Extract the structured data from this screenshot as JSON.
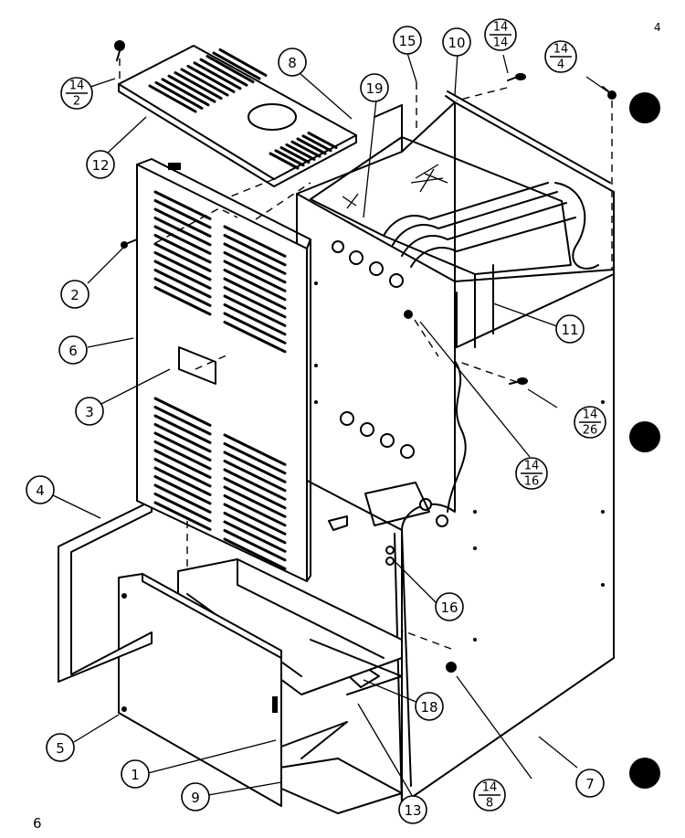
{
  "callouts": [
    {
      "id": "c1",
      "label": "1"
    },
    {
      "id": "c2",
      "label": "2"
    },
    {
      "id": "c3",
      "label": "3"
    },
    {
      "id": "c4",
      "label": "4"
    },
    {
      "id": "c5",
      "label": "5"
    },
    {
      "id": "c6",
      "label": "6"
    },
    {
      "id": "c7",
      "label": "7"
    },
    {
      "id": "c8",
      "label": "8"
    },
    {
      "id": "c9",
      "label": "9"
    },
    {
      "id": "c10",
      "label": "10"
    },
    {
      "id": "c11",
      "label": "11"
    },
    {
      "id": "c12",
      "label": "12"
    },
    {
      "id": "c13",
      "label": "13"
    },
    {
      "id": "c15",
      "label": "15"
    },
    {
      "id": "c16",
      "label": "16"
    },
    {
      "id": "c18",
      "label": "18"
    },
    {
      "id": "c19",
      "label": "19"
    }
  ],
  "fraction_callouts": [
    {
      "id": "f1",
      "top": "14",
      "bottom": "2"
    },
    {
      "id": "f2",
      "top": "14",
      "bottom": "14"
    },
    {
      "id": "f3",
      "top": "14",
      "bottom": "4"
    },
    {
      "id": "f4",
      "top": "14",
      "bottom": "26"
    },
    {
      "id": "f5",
      "top": "14",
      "bottom": "16"
    },
    {
      "id": "f6",
      "top": "14",
      "bottom": "8"
    }
  ],
  "page_number": "6",
  "corner_mark": "4"
}
